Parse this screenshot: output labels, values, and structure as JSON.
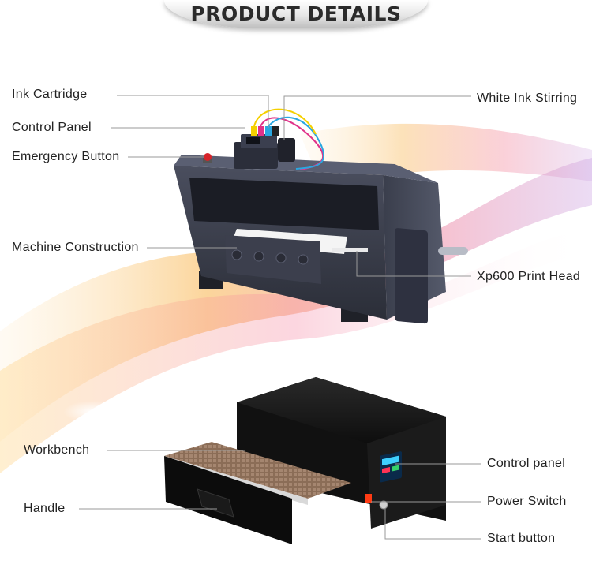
{
  "header": {
    "title": "PRODUCT DETAILS"
  },
  "printer_callouts": {
    "ink_cartridge": "Ink Cartridge",
    "control_panel": "Control Panel",
    "emergency_button": "Emergency Button",
    "machine_construction": "Machine Construction",
    "white_ink_stirring": "White Ink Stirring",
    "print_head": "Xp600 Print Head"
  },
  "oven_callouts": {
    "workbench": "Workbench",
    "handle": "Handle",
    "control_panel": "Control panel",
    "power_switch": "Power Switch",
    "start_button": "Start button"
  },
  "colors": {
    "printer_body": "#3a3d4a",
    "oven_body": "#151515",
    "mesh_tray": "#8a6b55",
    "label_text": "#222222",
    "swirl_orange": "#f5a623",
    "swirl_pink": "#f26b8a",
    "swirl_purple": "#b58ad8"
  }
}
